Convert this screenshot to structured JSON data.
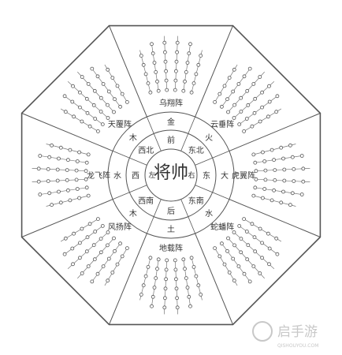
{
  "center": {
    "label": "将帅"
  },
  "ring": {
    "directions": [
      "前",
      "东北",
      "东",
      "东南",
      "后",
      "西南",
      "西",
      "西北"
    ],
    "elements": [
      "金",
      "火",
      "大",
      "水",
      "土",
      "木",
      "水",
      "木"
    ],
    "extra": [
      "左",
      "右"
    ]
  },
  "formations": [
    "乌翔阵",
    "云垂阵",
    "虎翼阵",
    "蛇蟠阵",
    "地载阵",
    "风扬阵",
    "龙飞阵",
    "天覆阵"
  ],
  "watermark": {
    "text": "启手游",
    "subtext": "QISHOUYOU.COM"
  },
  "colors": {
    "line": "#555555",
    "ink": "#333333",
    "paper": "#ffffff"
  }
}
